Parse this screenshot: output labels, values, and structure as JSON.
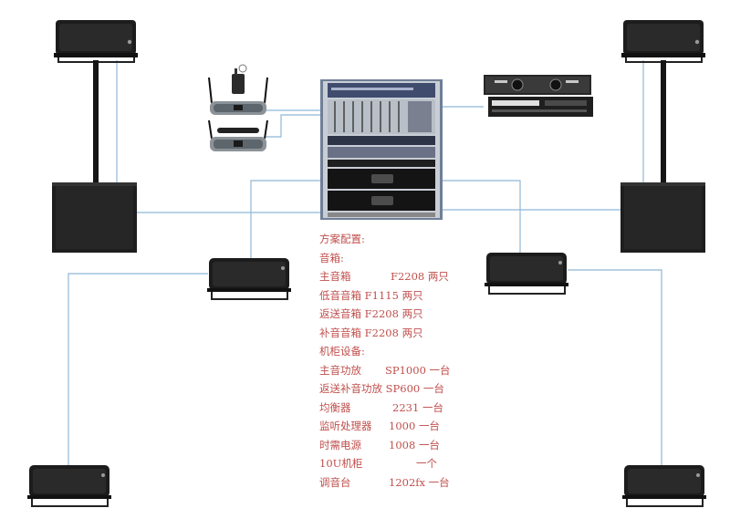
{
  "spec": {
    "heading": "方案配置:",
    "speakers_title": "音箱:",
    "speaker_lines": [
      {
        "name": "主音箱",
        "model": "F2208",
        "qty": "两只"
      },
      {
        "name": "低音音箱",
        "model": "F1115",
        "qty": "两只"
      },
      {
        "name": "返送音箱",
        "model": "F2208",
        "qty": "两只"
      },
      {
        "name": "补音音箱",
        "model": "F2208",
        "qty": "两只"
      }
    ],
    "rack_title": "机柜设备:",
    "rack_lines": [
      {
        "name": "主音功放",
        "model": "SP1000",
        "qty": "一台"
      },
      {
        "name": "返送补音功放",
        "model": "SP600",
        "qty": "一台"
      },
      {
        "name": "均衡器",
        "model": "2231",
        "qty": "一台"
      },
      {
        "name": "监听处理器",
        "model": "1000",
        "qty": "一台"
      },
      {
        "name": "时需电源",
        "model": "1008",
        "qty": "一台"
      },
      {
        "name": "10U机柜",
        "model": "",
        "qty": "一个"
      },
      {
        "name": "调音台",
        "model": "1202fx",
        "qty": "一台"
      }
    ]
  },
  "colors": {
    "wire": "#8fb8d8",
    "spec_text": "#c0504d",
    "speaker_body": "#1c1c1c",
    "rack_frame": "#6f7f97"
  },
  "icons": {
    "main_speaker": "pa-speaker-icon",
    "subwoofer": "subwoofer-icon",
    "monitor": "stage-monitor-icon",
    "rack": "equipment-rack-icon",
    "mic": "wireless-mic-receiver-icon",
    "player": "dual-cd-player-icon"
  }
}
